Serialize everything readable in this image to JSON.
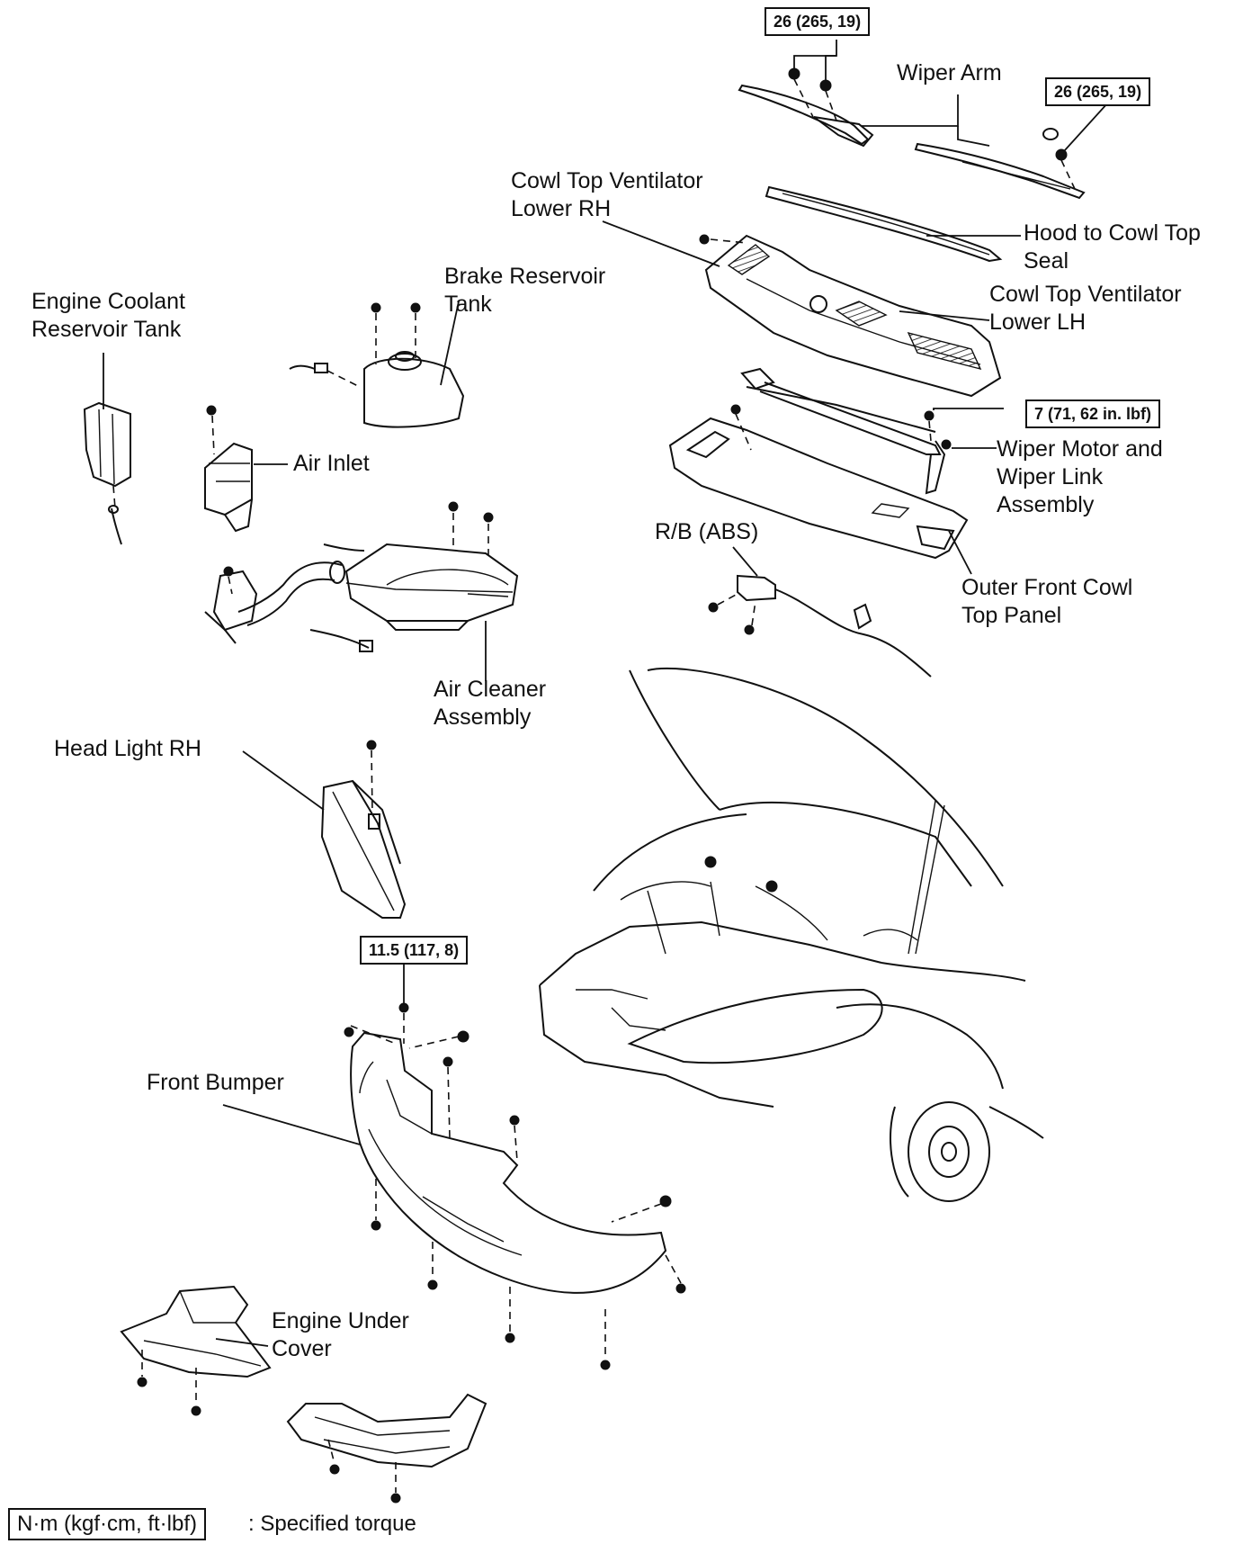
{
  "labels": {
    "wiper_arm": "Wiper Arm",
    "cowl_rh": "Cowl Top Ventilator\nLower RH",
    "hood_seal": "Hood to Cowl Top\nSeal",
    "cowl_lh": "Cowl Top Ventilator\nLower LH",
    "brake_tank": "Brake Reservoir\nTank",
    "coolant_tank": "Engine Coolant\nReservoir Tank",
    "air_inlet": "Air Inlet",
    "wiper_motor": "Wiper Motor and\nWiper Link\nAssembly",
    "rb_abs": "R/B (ABS)",
    "outer_cowl": "Outer Front Cowl\nTop Panel",
    "air_cleaner": "Air Cleaner\nAssembly",
    "head_light": "Head Light RH",
    "front_bumper": "Front Bumper",
    "under_cover": "Engine Under\nCover"
  },
  "torques": {
    "wiper_arm_left": "26 (265, 19)",
    "wiper_arm_right": "26 (265, 19)",
    "wiper_motor": "7 (71, 62 in. lbf)",
    "bumper": "11.5 (117, 8)"
  },
  "legend": {
    "unit_box": "N·m (kgf·cm, ft·lbf)",
    "text": ": Specified torque"
  }
}
